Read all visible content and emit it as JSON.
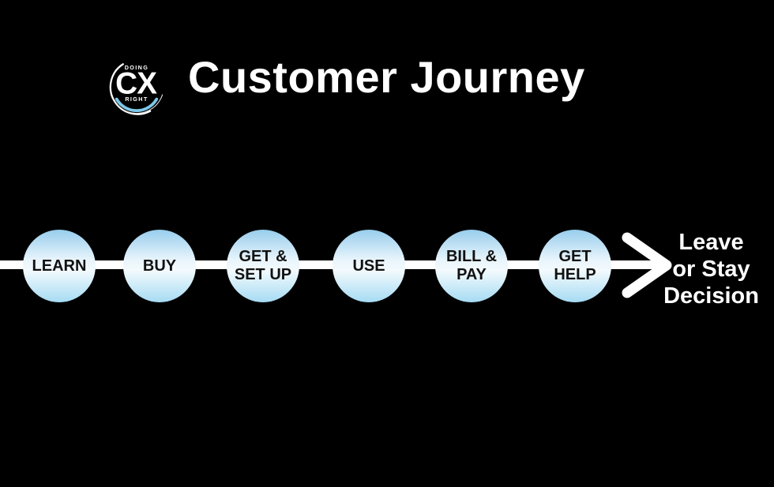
{
  "header": {
    "title": "Customer Journey"
  },
  "logo": {
    "top_text": "DOING",
    "main_text": "CX",
    "bottom_text": "RIGHT"
  },
  "journey": {
    "stages": [
      {
        "label": "LEARN"
      },
      {
        "label": "BUY"
      },
      {
        "label": "GET &\nSET UP"
      },
      {
        "label": "USE"
      },
      {
        "label": "BILL &\nPAY"
      },
      {
        "label": "GET\nHELP"
      }
    ],
    "outcome": "Leave\nor Stay\nDecision"
  },
  "colors": {
    "background": "#000000",
    "line": "#ffffff",
    "title_text": "#ffffff",
    "outcome_text": "#ffffff",
    "stage_label_text": "#111111",
    "circle_gradient_top": "#97cdec",
    "circle_gradient_middle": "#f3fafd",
    "circle_gradient_bottom": "#a5dbf3",
    "logo_accent_blue": "#7ec8e9"
  }
}
